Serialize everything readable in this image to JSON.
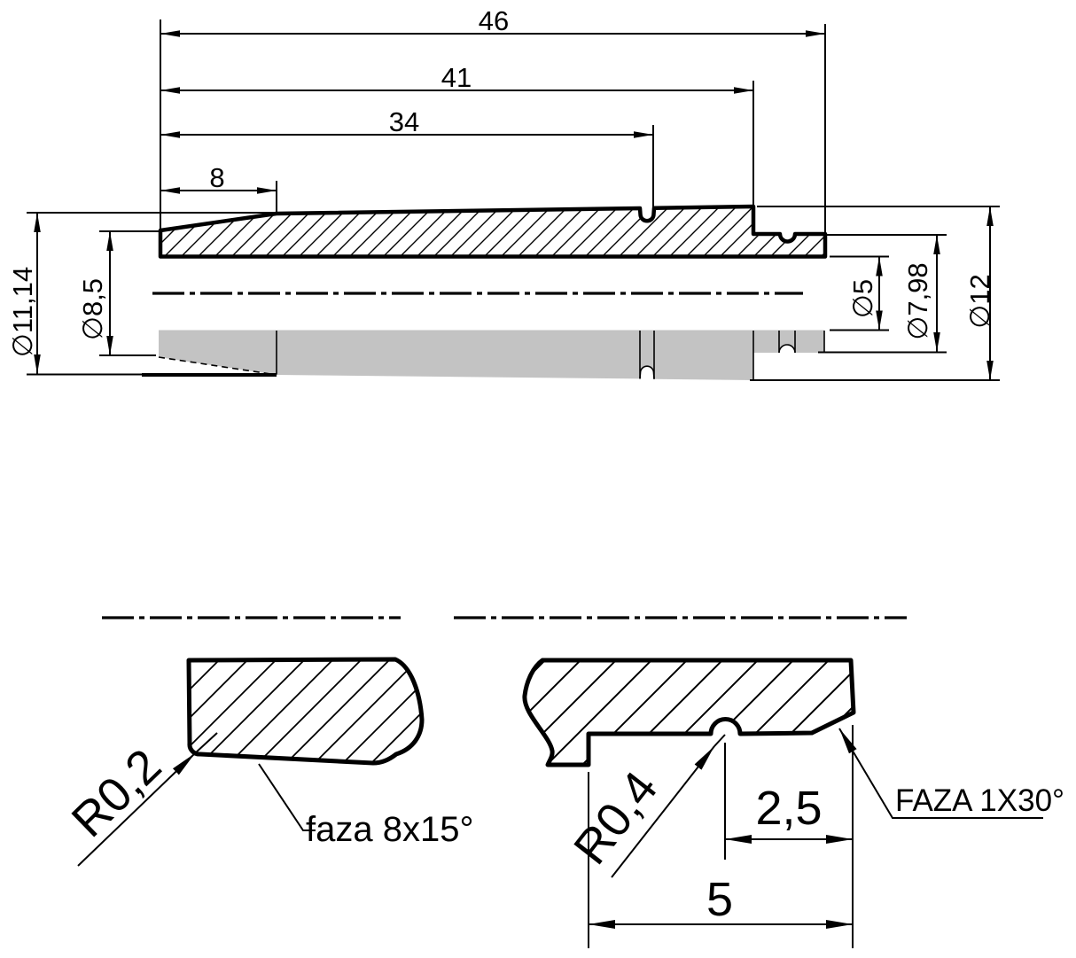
{
  "main_view": {
    "length_dims": {
      "d46": "46",
      "d41": "41",
      "d34": "34",
      "d8": "8"
    },
    "dia_left": {
      "d1114": "∅11,14",
      "d85": "∅8,5"
    },
    "dia_right": {
      "d5": "∅5",
      "d798": "∅7,98",
      "d12": "∅12"
    }
  },
  "detail_left": {
    "radius": "R0,2",
    "chamfer": "faza 8x15°"
  },
  "detail_right": {
    "radius": "R0,4",
    "dim_a": "2,5",
    "dim_b": "5",
    "chamfer": "FAZA 1X30°"
  },
  "colors": {
    "line": "#000000",
    "fill_gray": "#c3c3c3",
    "background": "#ffffff"
  }
}
